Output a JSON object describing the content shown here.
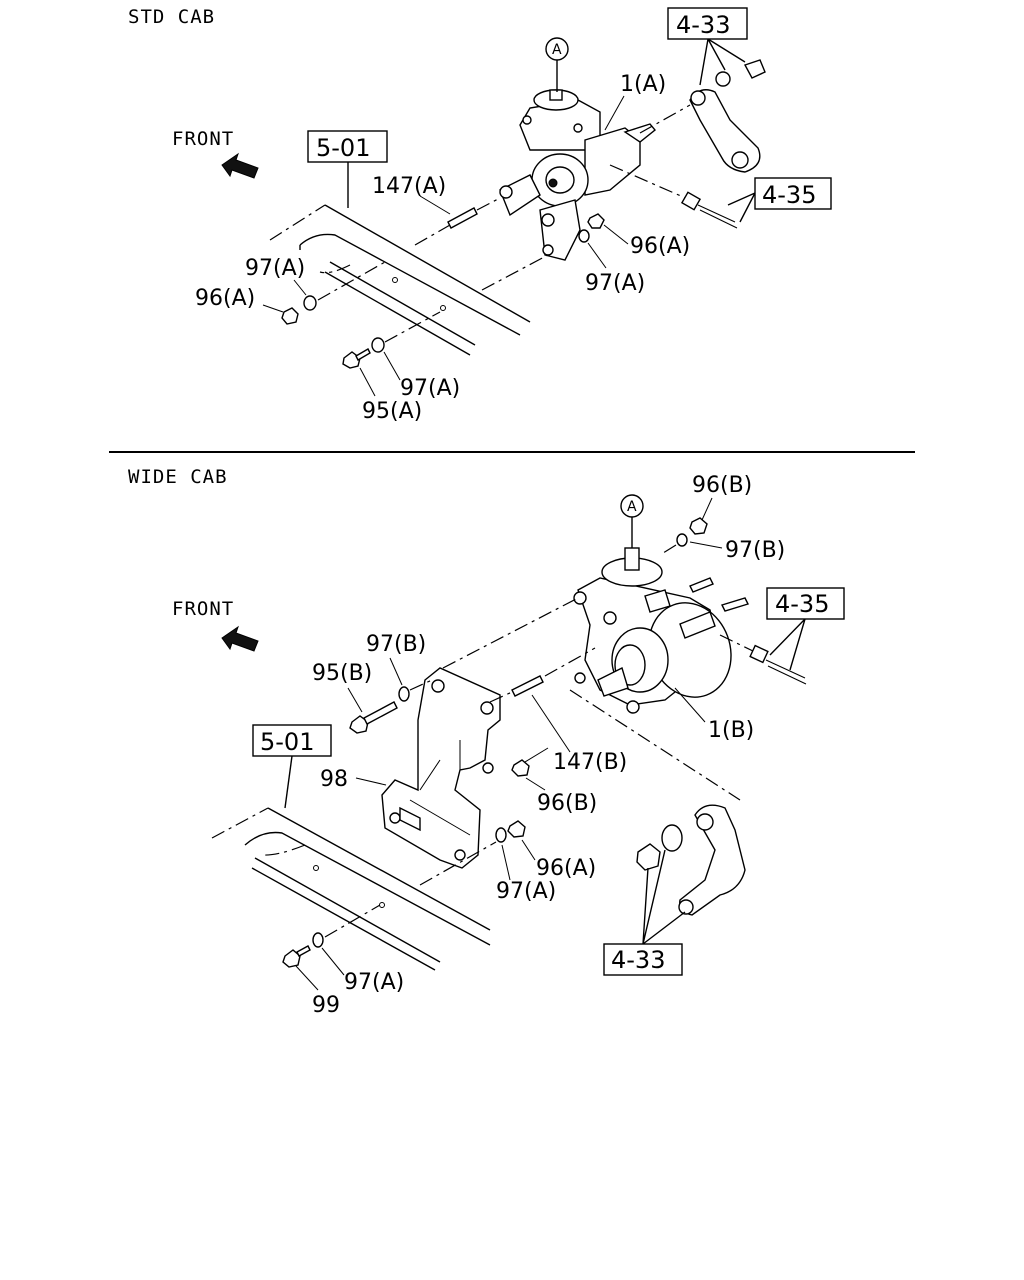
{
  "sections": {
    "std": {
      "title": "STD CAB",
      "front": "FRONT"
    },
    "wide": {
      "title": "WIDE CAB",
      "front": "FRONT"
    }
  },
  "std_labels": {
    "circle_a": "A",
    "p1a": "1(A)",
    "ref433": "4-33",
    "ref435": "4-35",
    "ref501": "5-01",
    "p147a": "147(A)",
    "p96a_right": "96(A)",
    "p97a_right": "97(A)",
    "p97a_left": "97(A)",
    "p96a_left": "96(A)",
    "p97a_bottom": "97(A)",
    "p95a": "95(A)"
  },
  "wide_labels": {
    "circle_a": "A",
    "p96b_top": "96(B)",
    "p97b_top": "97(B)",
    "ref435": "4-35",
    "p97b_left": "97(B)",
    "p95b": "95(B)",
    "ref501": "5-01",
    "p147b": "147(B)",
    "p1b": "1(B)",
    "p98": "98",
    "p96b": "96(B)",
    "p96a": "96(A)",
    "p97a_mid": "97(A)",
    "ref433": "4-33",
    "p97a_bottom": "97(A)",
    "p99": "99"
  }
}
